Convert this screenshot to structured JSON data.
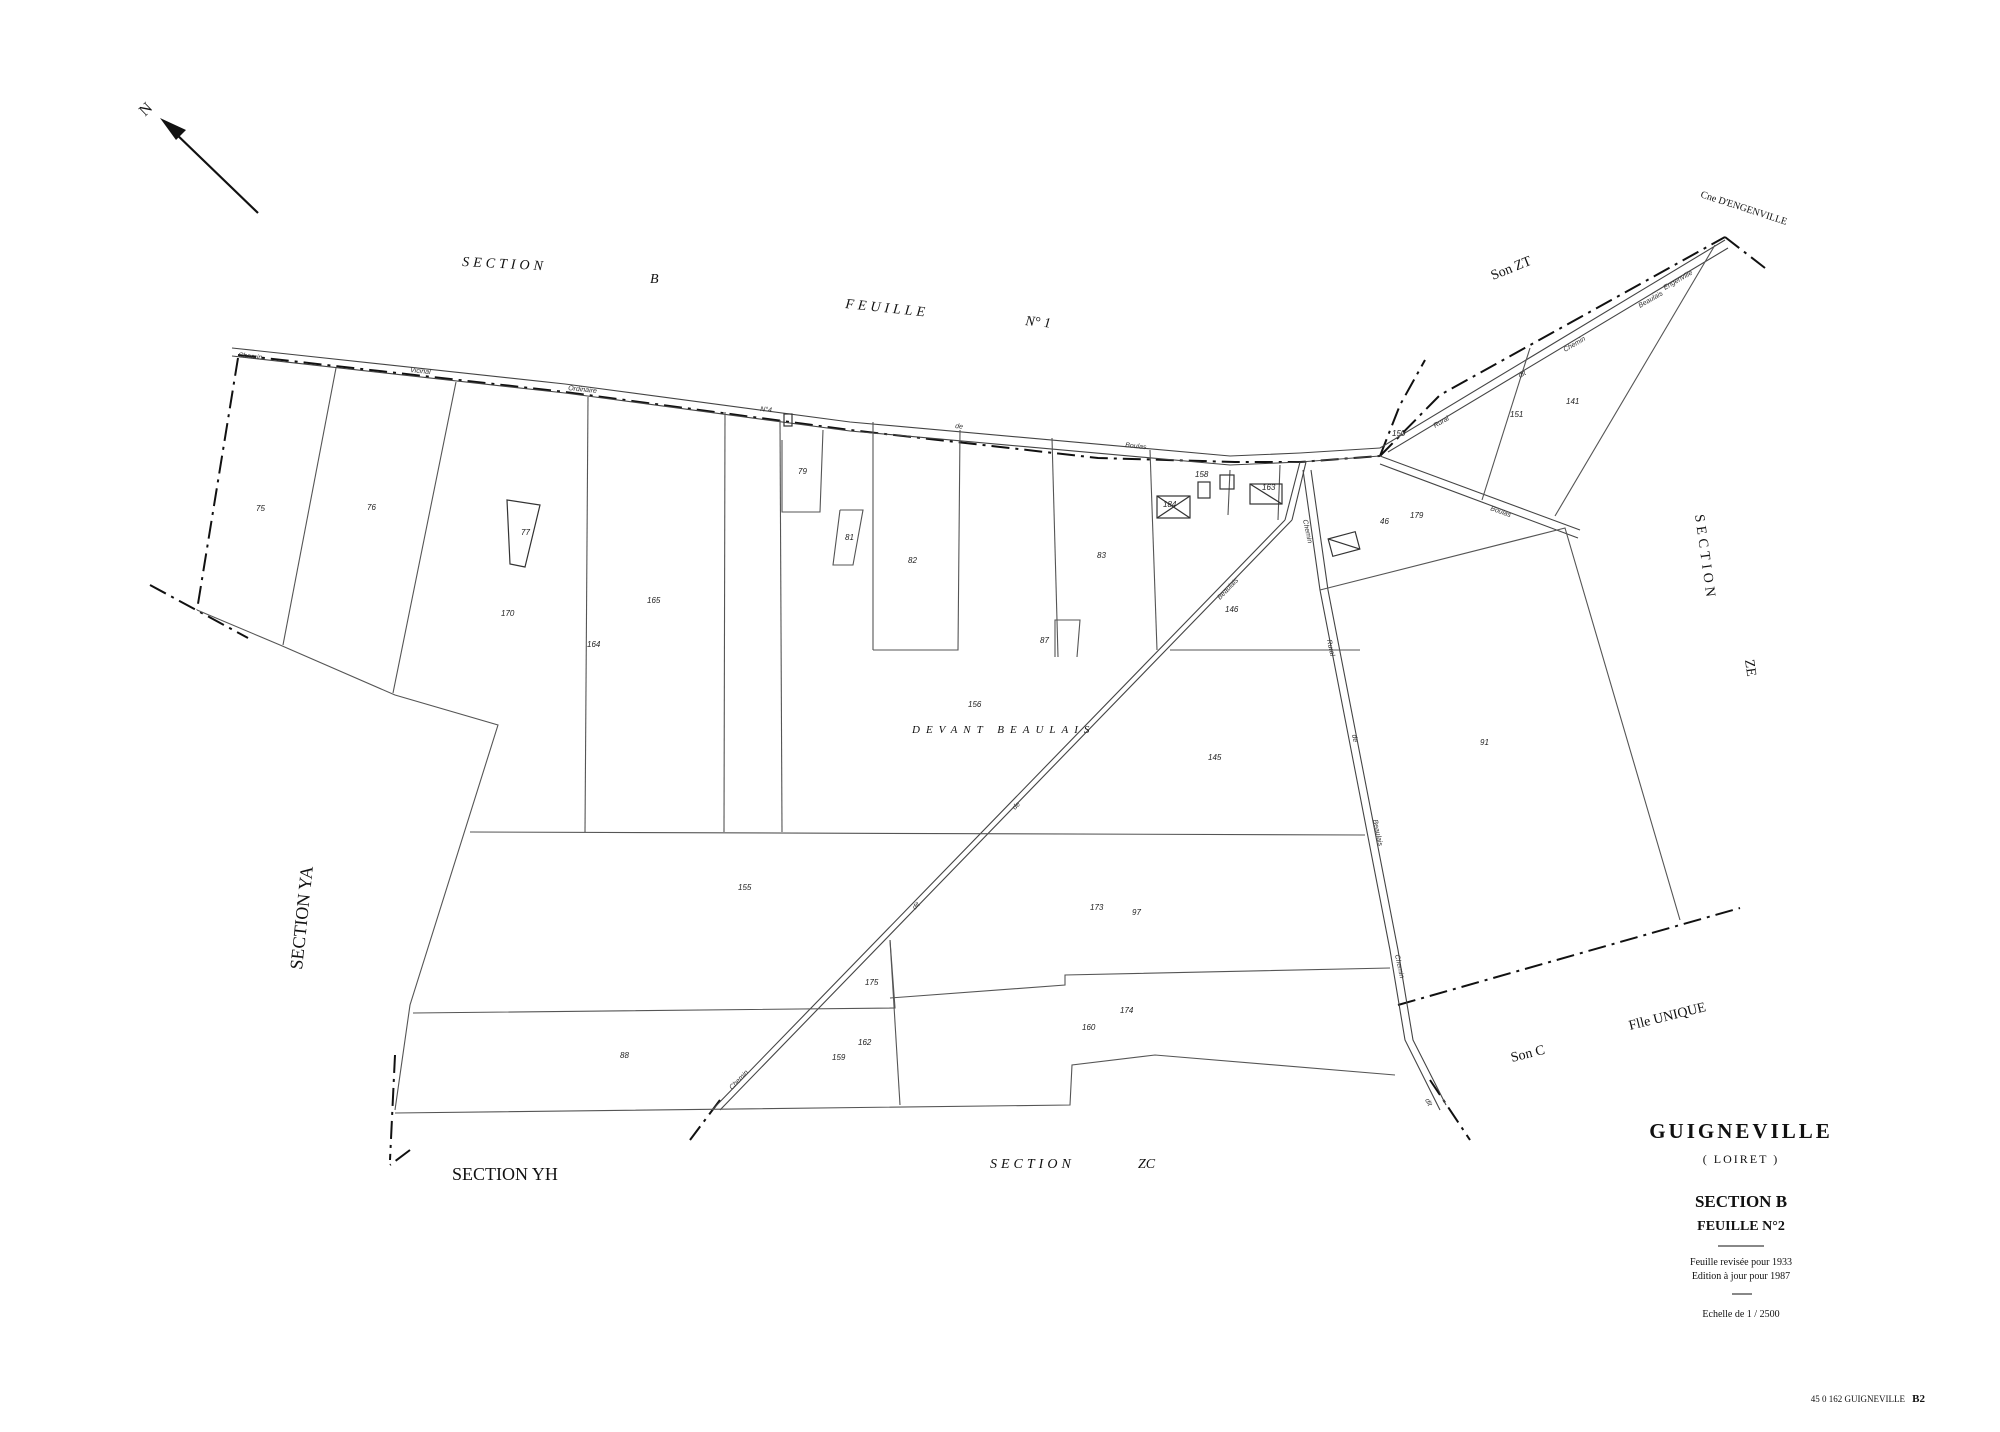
{
  "title_block": {
    "commune": "GUIGNEVILLE",
    "department": "( LOIRET )",
    "section": "SECTION  B",
    "sheet": "FEUILLE  N°2",
    "revised": "Feuille revisée pour 1933",
    "updated": "Edition à jour pour 1987",
    "scale": "Echelle  de  1 / 2500"
  },
  "footer_code": "45 0 162  GUIGNEVILLE",
  "footer_sheet": "B2",
  "north_label": "N",
  "labels": {
    "section_b_sheet1_a": "SECTION",
    "section_b_sheet1_b": "B",
    "section_b_sheet1_c": "FEUILLE",
    "section_b_sheet1_d": "N° 1",
    "son_zt": "Son ZT",
    "cne_engenville": "Cne D'ENGENVILLE",
    "section_ze_a": "SECTION",
    "section_ze_b": "ZE",
    "section_ya": "SECTION  YA",
    "section_yh": "SECTION  YH",
    "section_zc_a": "SECTION",
    "section_zc_b": "ZC",
    "son_c": "Son  C",
    "flle_unique": "Flle UNIQUE",
    "devant_beaulais": "DEVANT   BEAULAIS"
  },
  "roads": {
    "r1": "Chemin",
    "r2": "Vicinal",
    "r3": "Ordinaire",
    "r4": "N°4",
    "r5": "de",
    "r6": "Boulas",
    "r7": "Chemin",
    "r8": "dit",
    "r9": "de",
    "r10": "Beaulais",
    "r11": "Chemin",
    "r12": "Rural",
    "r13": "de",
    "r14": "Beaulais",
    "r15": "Chemin",
    "r16": "dit",
    "r17": "Rural",
    "r18": "dit",
    "r19": "Chemin",
    "r20": "Beaulais",
    "r21": "Engenville",
    "r22": "Boulas"
  },
  "parcels": {
    "p75": "75",
    "p76": "76",
    "p77": "77",
    "p79": "79",
    "p81": "81",
    "p82": "82",
    "p83": "83",
    "p87": "87",
    "p170": "170",
    "p164": "164",
    "p165": "165",
    "p156": "156",
    "p158": "158",
    "p184": "184",
    "p163": "163",
    "p146": "146",
    "p145": "145",
    "p155": "155",
    "p173": "173",
    "p97": "97",
    "p174": "174",
    "p160": "160",
    "p88": "88",
    "p175": "175",
    "p162": "162",
    "p159": "159",
    "p150": "150",
    "p151": "151",
    "p141": "141",
    "p179": "179",
    "p46": "46",
    "p91": "91"
  }
}
